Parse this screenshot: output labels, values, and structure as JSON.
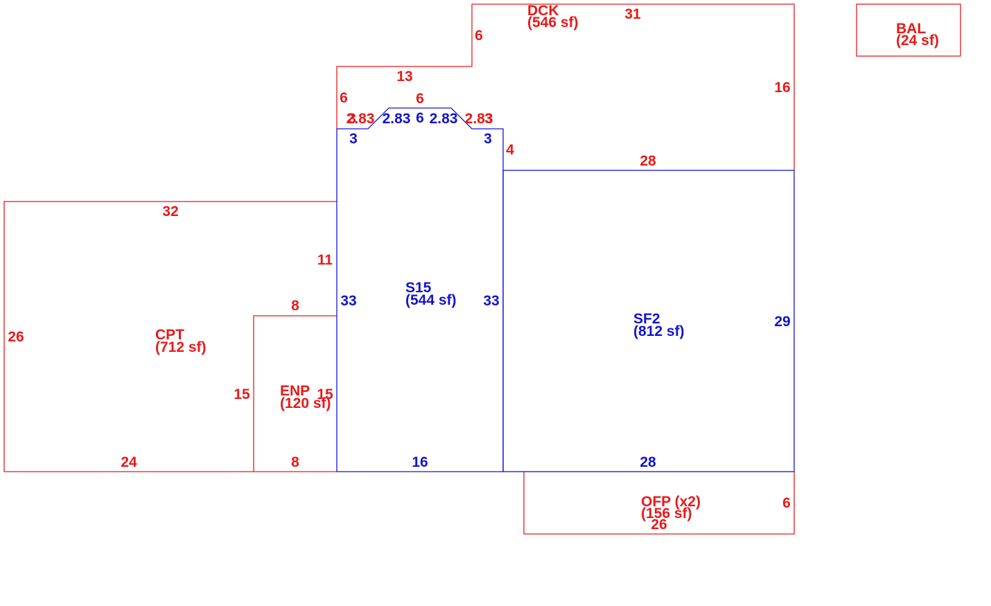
{
  "colors": {
    "red": "#e8191a",
    "blue": "#1414cc",
    "background": "#ffffff"
  },
  "areas": {
    "dck": {
      "code": "DCK",
      "area": "(546 sf)"
    },
    "bal": {
      "code": "BAL",
      "area": "(24 sf)"
    },
    "s15": {
      "code": "S15",
      "area": "(544 sf)"
    },
    "sf2": {
      "code": "SF2",
      "area": "(812 sf)"
    },
    "cpt": {
      "code": "CPT",
      "area": "(712 sf)"
    },
    "enp": {
      "code": "ENP",
      "area": "(120 sf)"
    },
    "ofp": {
      "code": "OFP (x2)",
      "area": "(156 sf)"
    }
  },
  "dims": {
    "dck_top": "31",
    "dck_left_step": "6",
    "dck_right": "16",
    "dck_mid_top": "13",
    "dck_left_upper": "6",
    "dck_top_bay": "6",
    "dck_bay_left": "2.83",
    "dck_bay_left_3": "3",
    "dck_bay_right": "2.83",
    "dck_bay_right_3": "3",
    "dck_right_step": "4",
    "dck_bottom": "28",
    "s15_bay_left": "2.83",
    "s15_bay_top": "6",
    "s15_bay_right": "2.83",
    "s15_left_notch": "3",
    "s15_right_notch": "3",
    "s15_left": "33",
    "s15_right": "33",
    "s15_bottom": "16",
    "sf2_right": "29",
    "sf2_bottom": "28",
    "cpt_top": "32",
    "cpt_right_upper": "11",
    "cpt_left": "26",
    "cpt_bottom": "24",
    "enp_top": "8",
    "enp_left": "15",
    "enp_right": "15",
    "enp_bottom": "8",
    "ofp_right": "6",
    "ofp_bottom": "26"
  }
}
